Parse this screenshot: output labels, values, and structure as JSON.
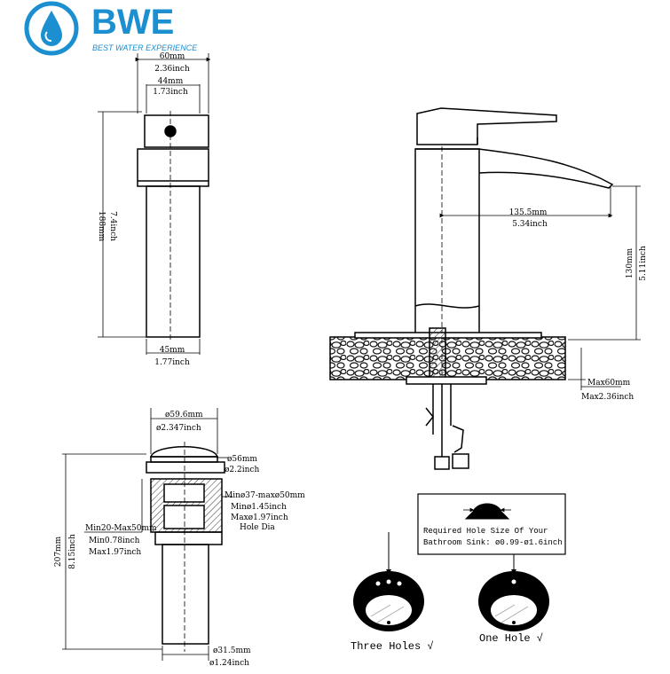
{
  "brand": {
    "name": "BWE",
    "tagline": "BEST WATER EXPERIENCE",
    "color": "#1b8fd0",
    "icon": "water-drop-icon"
  },
  "faucet_front": {
    "top_width_mm": "60mm",
    "top_width_in": "2.36inch",
    "inner_width_mm": "44mm",
    "inner_width_in": "1.73inch",
    "height_mm": "188mm",
    "height_in": "7.4inch",
    "base_width_mm": "45mm",
    "base_width_in": "1.77inch"
  },
  "faucet_side": {
    "reach_mm": "135.5mm",
    "reach_in": "5.34inch",
    "spout_height_mm": "130mm",
    "spout_height_in": "5.11inch",
    "deck_max_mm": "Max60mm",
    "deck_max_in": "Max2.36inch"
  },
  "drain": {
    "cap_dia_mm": "ø59.6mm",
    "cap_dia_in": "ø2.347inch",
    "flange_dia_mm": "ø56mm",
    "flange_dia_in": "ø2.2inch",
    "hole_range_mm": "Minø37-maxø50mm",
    "hole_min_in": "Minø1.45inch",
    "hole_max_in": "Maxø1.97inch",
    "hole_label": "Hole Dia",
    "thick_range_mm": "Min20-Max50mm",
    "thick_min_in": "Min0.78inch",
    "thick_max_in": "Max1.97inch",
    "height_mm": "207mm",
    "height_in": "8.15inch",
    "tail_dia_mm": "ø31.5mm",
    "tail_dia_in": "ø1.24inch"
  },
  "hole_note": {
    "line1": "Required Hole Size Of Your",
    "line2": "Bathroom Sink: ø0.99-ø1.6inch"
  },
  "sinks": {
    "three_holes": "Three Holes √",
    "one_hole": "One Hole  √"
  }
}
